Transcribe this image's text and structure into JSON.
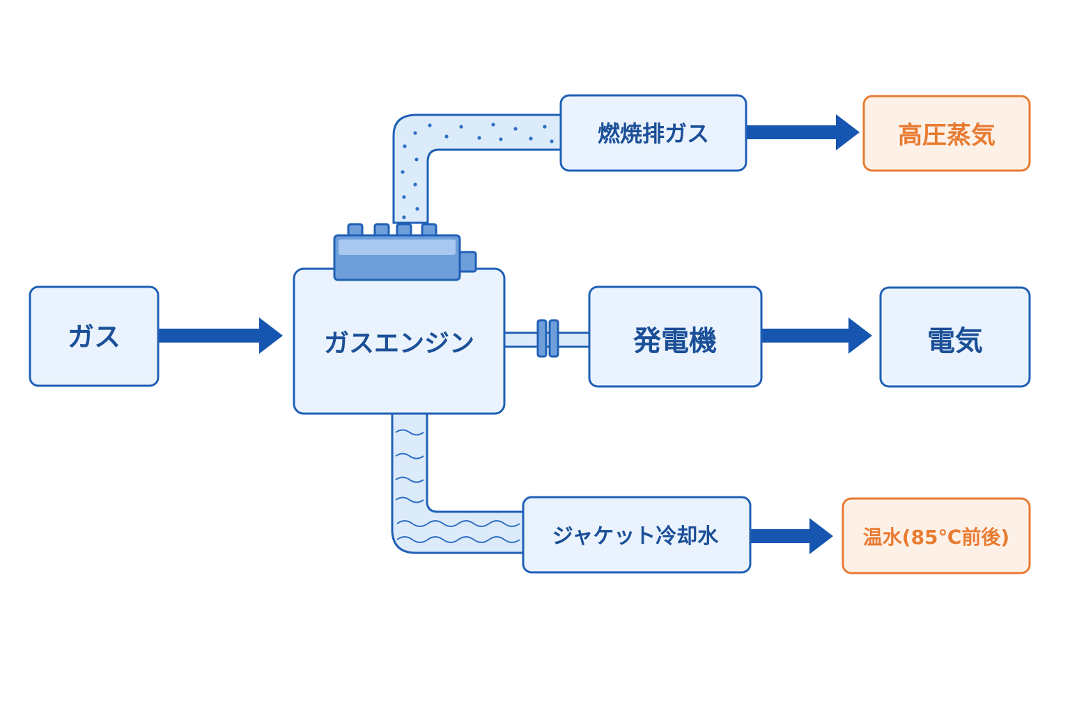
{
  "nodes": {
    "gas": {
      "label": "ガス"
    },
    "engine": {
      "label": "ガスエンジン"
    },
    "exhaust": {
      "label": "燃焼排ガス"
    },
    "steam": {
      "label": "高圧蒸気"
    },
    "generator": {
      "label": "発電機"
    },
    "electricity": {
      "label": "電気"
    },
    "jacket": {
      "label": "ジャケット冷却水"
    },
    "hot_water": {
      "label": "温水(85℃前後)"
    }
  },
  "colors": {
    "stroke": "#1f5fb5",
    "box_fill": "#eaf3fd",
    "arrow": "#1656b0",
    "accent": "#e87b32",
    "accent_fill": "#fdf1e7",
    "pipe_fill": "#dcebfa",
    "dots": "#2e6fc4",
    "manifold": "#6e9fdb",
    "manifold_light": "#a9c8ef",
    "label_text": "#1b4f98",
    "accent_text": "#e87b32"
  },
  "icons": {
    "engine_manifold": "engine-manifold-icon",
    "coupling": "shaft-coupling-icon"
  }
}
